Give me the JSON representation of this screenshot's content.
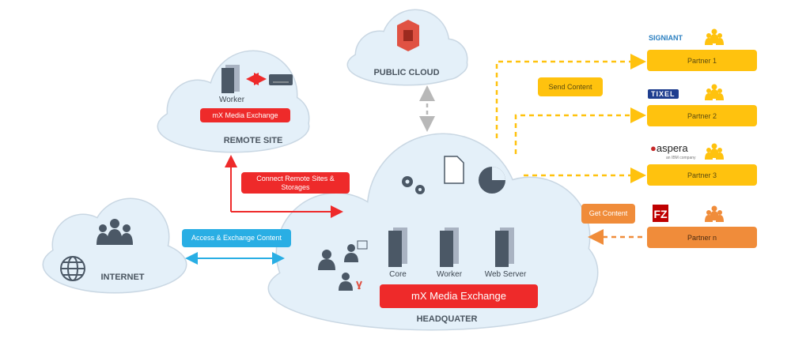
{
  "colors": {
    "cloud_fill": "#e4f0f9",
    "cloud_stroke": "#c9d7e3",
    "red": "#ee2a2a",
    "blue": "#29aee4",
    "yellow": "#ffc20e",
    "orange": "#f08c3a",
    "gray_arrow": "#b8b8b8",
    "icon": "#4b5866"
  },
  "clouds": {
    "internet": "INTERNET",
    "remote": "REMOTE SITE",
    "public": "PUBLIC CLOUD",
    "hq": "HEADQUATER"
  },
  "remote": {
    "worker": "Worker",
    "product": "mX Media Exchange"
  },
  "hq": {
    "servers": [
      "Core",
      "Worker",
      "Web Server"
    ],
    "product": "mX Media Exchange"
  },
  "labels": {
    "connect": "Connect Remote Sites & Storages",
    "access": "Access & Exchange Content",
    "send": "Send Content",
    "get": "Get Content"
  },
  "partners": [
    {
      "name": "Partner 1",
      "logo": "SIGNIANT",
      "color": "#ffc20e"
    },
    {
      "name": "Partner 2",
      "logo": "TIXEL",
      "color": "#ffc20e"
    },
    {
      "name": "Partner 3",
      "logo": "aspera",
      "logo_sub": "an IBM company",
      "color": "#ffc20e"
    },
    {
      "name": "Partner n",
      "logo": "FZ",
      "color": "#f08c3a"
    }
  ]
}
